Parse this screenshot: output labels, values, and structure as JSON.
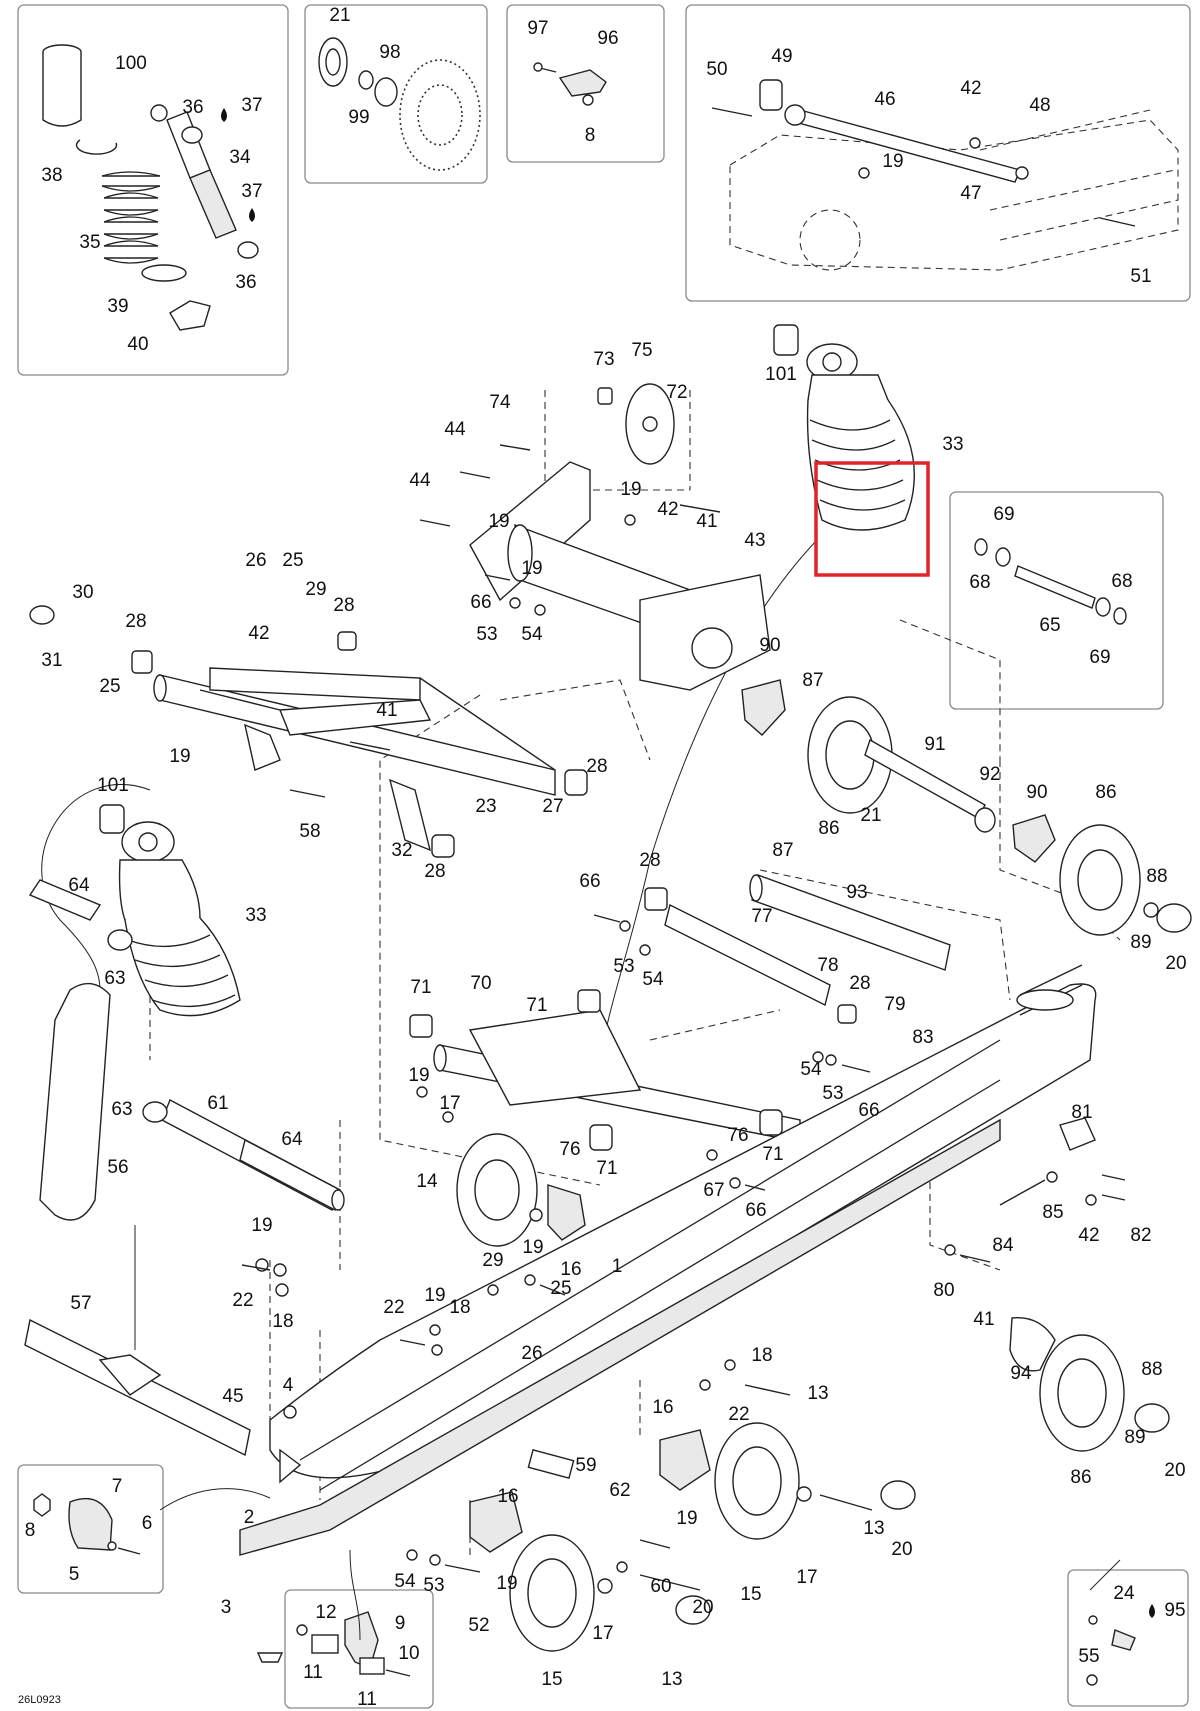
{
  "diagram": {
    "figure_code": "26L0923",
    "highlight_color": "#e0242c",
    "part_labels": [
      {
        "id": "lbl-100",
        "text": "100"
      },
      {
        "id": "lbl-36a",
        "text": "36"
      },
      {
        "id": "lbl-37a",
        "text": "37"
      },
      {
        "id": "lbl-38",
        "text": "38"
      },
      {
        "id": "lbl-34",
        "text": "34"
      },
      {
        "id": "lbl-37b",
        "text": "37"
      },
      {
        "id": "lbl-35",
        "text": "35"
      },
      {
        "id": "lbl-36b",
        "text": "36"
      },
      {
        "id": "lbl-39",
        "text": "39"
      },
      {
        "id": "lbl-40",
        "text": "40"
      },
      {
        "id": "lbl-21a",
        "text": "21"
      },
      {
        "id": "lbl-98",
        "text": "98"
      },
      {
        "id": "lbl-99",
        "text": "99"
      },
      {
        "id": "lbl-97",
        "text": "97"
      },
      {
        "id": "lbl-96",
        "text": "96"
      },
      {
        "id": "lbl-8a",
        "text": "8"
      },
      {
        "id": "lbl-50",
        "text": "50"
      },
      {
        "id": "lbl-49",
        "text": "49"
      },
      {
        "id": "lbl-46",
        "text": "46"
      },
      {
        "id": "lbl-42a",
        "text": "42"
      },
      {
        "id": "lbl-48",
        "text": "48"
      },
      {
        "id": "lbl-19a",
        "text": "19"
      },
      {
        "id": "lbl-47",
        "text": "47"
      },
      {
        "id": "lbl-51",
        "text": "51"
      },
      {
        "id": "lbl-101a",
        "text": "101"
      },
      {
        "id": "lbl-73",
        "text": "73"
      },
      {
        "id": "lbl-75",
        "text": "75"
      },
      {
        "id": "lbl-72",
        "text": "72"
      },
      {
        "id": "lbl-74",
        "text": "74"
      },
      {
        "id": "lbl-33a",
        "text": "33"
      },
      {
        "id": "lbl-44a",
        "text": "44"
      },
      {
        "id": "lbl-44b",
        "text": "44"
      },
      {
        "id": "lbl-19b",
        "text": "19"
      },
      {
        "id": "lbl-19c",
        "text": "19"
      },
      {
        "id": "lbl-42b",
        "text": "42"
      },
      {
        "id": "lbl-41a",
        "text": "41"
      },
      {
        "id": "lbl-43",
        "text": "43"
      },
      {
        "id": "lbl-19d",
        "text": "19"
      },
      {
        "id": "lbl-69a",
        "text": "69"
      },
      {
        "id": "lbl-68a",
        "text": "68"
      },
      {
        "id": "lbl-68b",
        "text": "68"
      },
      {
        "id": "lbl-65",
        "text": "65"
      },
      {
        "id": "lbl-69b",
        "text": "69"
      },
      {
        "id": "lbl-26a",
        "text": "26"
      },
      {
        "id": "lbl-25a",
        "text": "25"
      },
      {
        "id": "lbl-29a",
        "text": "29"
      },
      {
        "id": "lbl-28a",
        "text": "28"
      },
      {
        "id": "lbl-30",
        "text": "30"
      },
      {
        "id": "lbl-28b",
        "text": "28"
      },
      {
        "id": "lbl-66a",
        "text": "66"
      },
      {
        "id": "lbl-53a",
        "text": "53"
      },
      {
        "id": "lbl-54a",
        "text": "54"
      },
      {
        "id": "lbl-31",
        "text": "31"
      },
      {
        "id": "lbl-25b",
        "text": "25"
      },
      {
        "id": "lbl-42c",
        "text": "42"
      },
      {
        "id": "lbl-90a",
        "text": "90"
      },
      {
        "id": "lbl-87a",
        "text": "87"
      },
      {
        "id": "lbl-41b",
        "text": "41"
      },
      {
        "id": "lbl-91",
        "text": "91"
      },
      {
        "id": "lbl-19e",
        "text": "19"
      },
      {
        "id": "lbl-28c",
        "text": "28"
      },
      {
        "id": "lbl-92",
        "text": "92"
      },
      {
        "id": "lbl-90b",
        "text": "90"
      },
      {
        "id": "lbl-86a",
        "text": "86"
      },
      {
        "id": "lbl-101b",
        "text": "101"
      },
      {
        "id": "lbl-23",
        "text": "23"
      },
      {
        "id": "lbl-27",
        "text": "27"
      },
      {
        "id": "lbl-58",
        "text": "58"
      },
      {
        "id": "lbl-32",
        "text": "32"
      },
      {
        "id": "lbl-28d",
        "text": "28"
      },
      {
        "id": "lbl-86b",
        "text": "86"
      },
      {
        "id": "lbl-21b",
        "text": "21"
      },
      {
        "id": "lbl-87b",
        "text": "87"
      },
      {
        "id": "lbl-64a",
        "text": "64"
      },
      {
        "id": "lbl-33b",
        "text": "33"
      },
      {
        "id": "lbl-66b",
        "text": "66"
      },
      {
        "id": "lbl-28e",
        "text": "28"
      },
      {
        "id": "lbl-93",
        "text": "93"
      },
      {
        "id": "lbl-88a",
        "text": "88"
      },
      {
        "id": "lbl-63a",
        "text": "63"
      },
      {
        "id": "lbl-77",
        "text": "77"
      },
      {
        "id": "lbl-53b",
        "text": "53"
      },
      {
        "id": "lbl-54b",
        "text": "54"
      },
      {
        "id": "lbl-89a",
        "text": "89"
      },
      {
        "id": "lbl-20a",
        "text": "20"
      },
      {
        "id": "lbl-71a",
        "text": "71"
      },
      {
        "id": "lbl-70",
        "text": "70"
      },
      {
        "id": "lbl-71b",
        "text": "71"
      },
      {
        "id": "lbl-78",
        "text": "78"
      },
      {
        "id": "lbl-28f",
        "text": "28"
      },
      {
        "id": "lbl-79",
        "text": "79"
      },
      {
        "id": "lbl-83",
        "text": "83"
      },
      {
        "id": "lbl-54c",
        "text": "54"
      },
      {
        "id": "lbl-53c",
        "text": "53"
      },
      {
        "id": "lbl-66c",
        "text": "66"
      },
      {
        "id": "lbl-19f",
        "text": "19"
      },
      {
        "id": "lbl-17a",
        "text": "17"
      },
      {
        "id": "lbl-63b",
        "text": "63"
      },
      {
        "id": "lbl-61",
        "text": "61"
      },
      {
        "id": "lbl-64b",
        "text": "64"
      },
      {
        "id": "lbl-76a",
        "text": "76"
      },
      {
        "id": "lbl-76b",
        "text": "76"
      },
      {
        "id": "lbl-71c",
        "text": "71"
      },
      {
        "id": "lbl-71d",
        "text": "71"
      },
      {
        "id": "lbl-81",
        "text": "81"
      },
      {
        "id": "lbl-56",
        "text": "56"
      },
      {
        "id": "lbl-14",
        "text": "14"
      },
      {
        "id": "lbl-67",
        "text": "67"
      },
      {
        "id": "lbl-66d",
        "text": "66"
      },
      {
        "id": "lbl-85",
        "text": "85"
      },
      {
        "id": "lbl-82",
        "text": "82"
      },
      {
        "id": "lbl-42d",
        "text": "42"
      },
      {
        "id": "lbl-84",
        "text": "84"
      },
      {
        "id": "lbl-19g",
        "text": "19"
      },
      {
        "id": "lbl-16a",
        "text": "16"
      },
      {
        "id": "lbl-1",
        "text": "1"
      },
      {
        "id": "lbl-19h",
        "text": "19"
      },
      {
        "id": "lbl-29b",
        "text": "29"
      },
      {
        "id": "lbl-22a",
        "text": "22"
      },
      {
        "id": "lbl-18a",
        "text": "18"
      },
      {
        "id": "lbl-25c",
        "text": "25"
      },
      {
        "id": "lbl-80",
        "text": "80"
      },
      {
        "id": "lbl-41c",
        "text": "41"
      },
      {
        "id": "lbl-57",
        "text": "57"
      },
      {
        "id": "lbl-22b",
        "text": "22"
      },
      {
        "id": "lbl-19i",
        "text": "19"
      },
      {
        "id": "lbl-18b",
        "text": "18"
      },
      {
        "id": "lbl-26b",
        "text": "26"
      },
      {
        "id": "lbl-18c",
        "text": "18"
      },
      {
        "id": "lbl-13a",
        "text": "13"
      },
      {
        "id": "lbl-94",
        "text": "94"
      },
      {
        "id": "lbl-88b",
        "text": "88"
      },
      {
        "id": "lbl-45",
        "text": "45"
      },
      {
        "id": "lbl-4",
        "text": "4"
      },
      {
        "id": "lbl-16b",
        "text": "16"
      },
      {
        "id": "lbl-22c",
        "text": "22"
      },
      {
        "id": "lbl-89b",
        "text": "89"
      },
      {
        "id": "lbl-59",
        "text": "59"
      },
      {
        "id": "lbl-86c",
        "text": "86"
      },
      {
        "id": "lbl-20b",
        "text": "20"
      },
      {
        "id": "lbl-7",
        "text": "7"
      },
      {
        "id": "lbl-8b",
        "text": "8"
      },
      {
        "id": "lbl-6",
        "text": "6"
      },
      {
        "id": "lbl-16c",
        "text": "16"
      },
      {
        "id": "lbl-62",
        "text": "62"
      },
      {
        "id": "lbl-19j",
        "text": "19"
      },
      {
        "id": "lbl-5",
        "text": "5"
      },
      {
        "id": "lbl-2",
        "text": "2"
      },
      {
        "id": "lbl-13b",
        "text": "13"
      },
      {
        "id": "lbl-20c",
        "text": "20"
      },
      {
        "id": "lbl-54d",
        "text": "54"
      },
      {
        "id": "lbl-53d",
        "text": "53"
      },
      {
        "id": "lbl-19k",
        "text": "19"
      },
      {
        "id": "lbl-60",
        "text": "60"
      },
      {
        "id": "lbl-15a",
        "text": "15"
      },
      {
        "id": "lbl-17b",
        "text": "17"
      },
      {
        "id": "lbl-3",
        "text": "3"
      },
      {
        "id": "lbl-12",
        "text": "12"
      },
      {
        "id": "lbl-9",
        "text": "9"
      },
      {
        "id": "lbl-52",
        "text": "52"
      },
      {
        "id": "lbl-20d",
        "text": "20"
      },
      {
        "id": "lbl-17c",
        "text": "17"
      },
      {
        "id": "lbl-24",
        "text": "24"
      },
      {
        "id": "lbl-95",
        "text": "95"
      },
      {
        "id": "lbl-10",
        "text": "10"
      },
      {
        "id": "lbl-11a",
        "text": "11"
      },
      {
        "id": "lbl-15b",
        "text": "15"
      },
      {
        "id": "lbl-13c",
        "text": "13"
      },
      {
        "id": "lbl-55",
        "text": "55"
      },
      {
        "id": "lbl-11b",
        "text": "11"
      }
    ]
  }
}
